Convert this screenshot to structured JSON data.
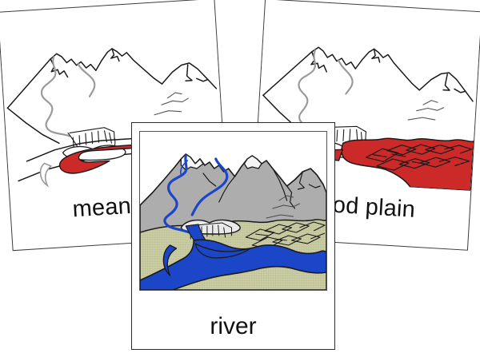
{
  "scene": {
    "background_color": "#ffffff",
    "description": "Three overlapping Montessori nomenclature picture cards of a river landscape",
    "card_count": 3
  },
  "palette": {
    "outline": "#1a1a1a",
    "card_border": "#3c3c3c",
    "highlight_red": "#cc2a28",
    "river_blue": "#1b46c8",
    "mountain_gray": "#adadad",
    "mountain_gray_light": "#c4c4c4",
    "snow_white": "#f4f4f4",
    "plain_olive": "#c6c9a0",
    "plain_olive_dark": "#b9bd8e",
    "label_text": "#111111",
    "sketch_gray": "#9a9a9a"
  },
  "cards": [
    {
      "id": "meander",
      "label": "meander",
      "label_visible_text": "mea",
      "style": "line-art-with-red-highlight",
      "highlighted_feature": "meander",
      "highlight_color": "#cc2a28",
      "rotation_deg": -3.6,
      "z_order": 1
    },
    {
      "id": "flood-plain",
      "label": "flood plain",
      "label_visible_text": "d plain",
      "style": "line-art-with-red-highlight",
      "highlighted_feature": "flood plain",
      "highlight_color": "#cc2a28",
      "rotation_deg": 3.4,
      "z_order": 2
    },
    {
      "id": "river",
      "label": "river",
      "label_visible_text": "river",
      "style": "full-color-illustration",
      "highlighted_feature": "river",
      "highlight_color": "#1b46c8",
      "rotation_deg": 0,
      "z_order": 5
    }
  ],
  "illustration_elements": {
    "mountains": "mountain-range",
    "snow_caps": "snow-cap",
    "waterfall": "waterfall",
    "river": "river-channel",
    "oxbow_lake": "oxbow-lake",
    "flood_plain": "flood-plain-field",
    "field_hatching": "cultivated-field-hatching",
    "rocks": "rock-outcrop"
  }
}
